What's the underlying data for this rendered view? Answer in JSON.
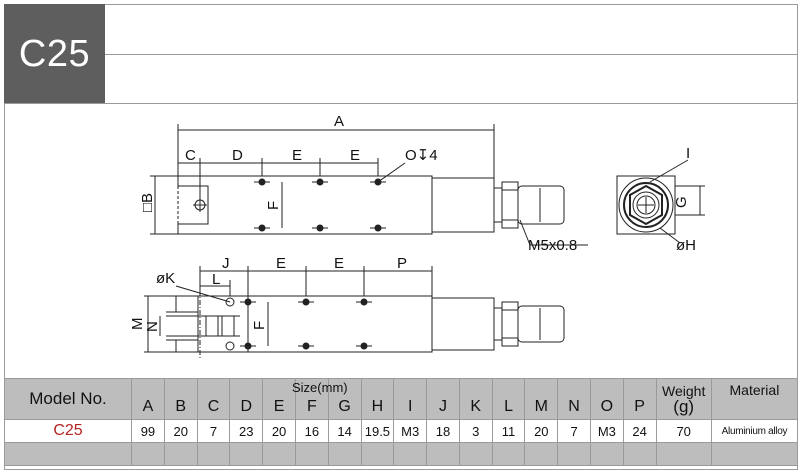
{
  "model_code": "C25",
  "drawing_labels": {
    "a": "A",
    "c": "C",
    "d": "D",
    "e": "E",
    "o4": "O↧4",
    "b": "□B",
    "f": "F",
    "m5": "M5x0.8",
    "i": "I",
    "g": "G",
    "h": "øH",
    "k": "øK",
    "j": "J",
    "l": "L",
    "p": "P",
    "m": "M",
    "n": "N"
  },
  "table": {
    "model_header": "Model No.",
    "size_header": "Size(mm)",
    "weight_header": "Weight",
    "weight_unit": "(g)",
    "material_header": "Material",
    "columns": [
      "A",
      "B",
      "C",
      "D",
      "E",
      "F",
      "G",
      "H",
      "I",
      "J",
      "K",
      "L",
      "M",
      "N",
      "O",
      "P"
    ],
    "row": {
      "model": "C25",
      "values": [
        "99",
        "20",
        "7",
        "23",
        "20",
        "16",
        "14",
        "19.5",
        "M3",
        "18",
        "3",
        "11",
        "20",
        "7",
        "M3",
        "24"
      ],
      "weight": "70",
      "material": "Aluminium alloy"
    }
  }
}
